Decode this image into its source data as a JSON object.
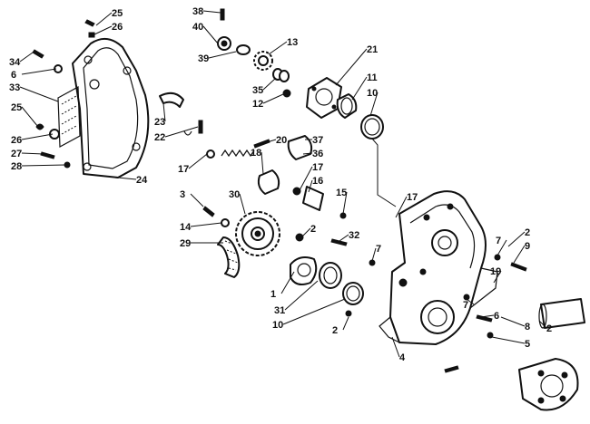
{
  "callouts": [
    "25",
    "26",
    "34",
    "6",
    "33",
    "25",
    "26",
    "27",
    "28",
    "24",
    "38",
    "40",
    "39",
    "13",
    "35",
    "12",
    "21",
    "11",
    "10",
    "23",
    "22",
    "17",
    "20",
    "37",
    "18",
    "36",
    "17",
    "16",
    "15",
    "3",
    "30",
    "14",
    "29",
    "2",
    "32",
    "7",
    "17",
    "2",
    "9",
    "1",
    "31",
    "10",
    "2",
    "7",
    "7",
    "19",
    "6",
    "8",
    "2",
    "5",
    "4"
  ],
  "colors": {
    "ink": "#111111",
    "paper": "#ffffff"
  }
}
